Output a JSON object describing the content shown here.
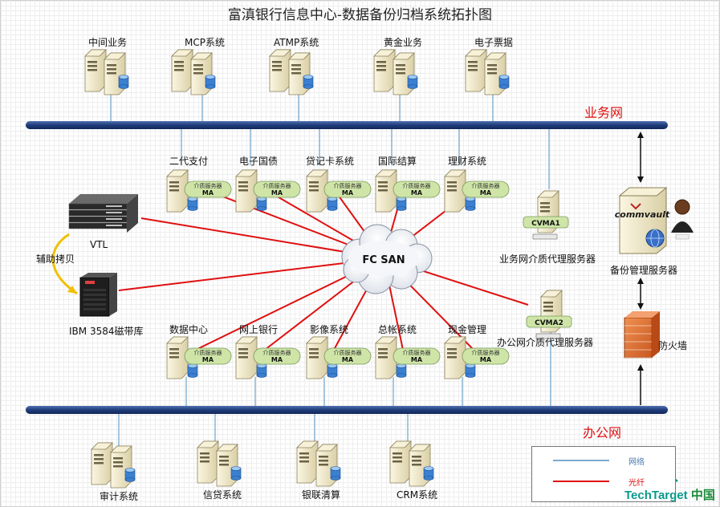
{
  "title": "富滇银行信息中心-数据备份归档系统拓扑图",
  "networks": {
    "business": "业务网",
    "office": "办公网"
  },
  "top_servers": [
    "中间业务",
    "MCP系统",
    "ATMP系统",
    "黄金业务",
    "电子票据"
  ],
  "upper_ma": [
    "二代支付",
    "电子国债",
    "贷记卡系统",
    "国际结算",
    "理财系统"
  ],
  "lower_ma": [
    "数据中心",
    "网上银行",
    "影像系统",
    "总帐系统",
    "现金管理"
  ],
  "bottom_servers": [
    "审计系统",
    "信贷系统",
    "银联清算",
    "CRM系统"
  ],
  "ma_text": "介质服务器",
  "ma_tag": "MA",
  "fc_san": "FC SAN",
  "vtl": "VTL",
  "tape": "IBM 3584磁带库",
  "assist_copy": "辅助拷贝",
  "cvma1": {
    "tag": "CVMA1",
    "label": "业务网介质代理服务器"
  },
  "cvma2": {
    "tag": "CVMA2",
    "label": "办公网介质代理服务器"
  },
  "backup_mgr": "备份管理服务器",
  "commvault": "commvault",
  "firewall": "防火墙",
  "legend": {
    "network": "网络",
    "fiber": "光纤"
  },
  "brand": {
    "name": "TechTarget",
    "cn": "中国"
  },
  "colors": {
    "bus": "#1f3d7a",
    "fiber": "#e01010",
    "net_line": "#7aaad0",
    "server": "#ece3c3",
    "ma_bubble": "#cfe5a8"
  }
}
